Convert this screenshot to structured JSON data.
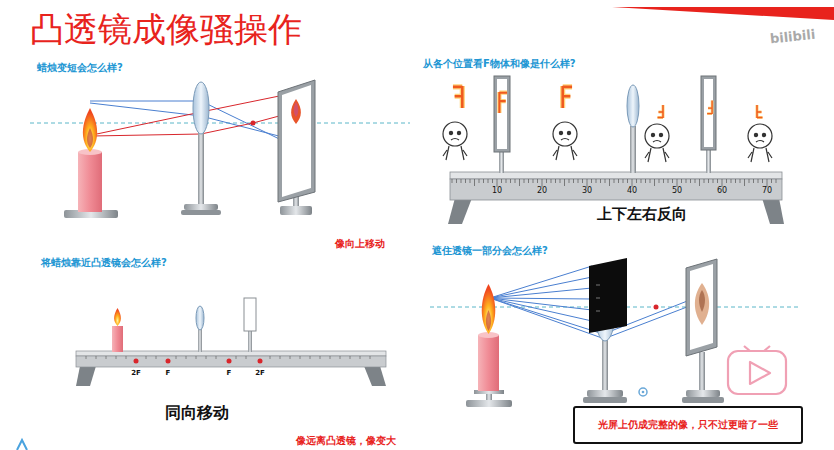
{
  "diagram": {
    "title": "凸透镜成像骚操作",
    "nodes": [
      {
        "text": [
          "光屏上仍成完整的像，只不过更暗了一些"
        ]
      }
    ],
    "labels": [
      "bilibili",
      "蜡烛变短会怎么样?",
      "像向上移动",
      "从各个位置看F物体和像是什么样?",
      "10",
      "20",
      "30",
      "40",
      "50",
      "60",
      "70",
      "上下左右反向",
      "将蜡烛靠近凸透镜会怎么样?",
      "2F",
      "F",
      "F",
      "2F",
      "同向移动",
      "像远离凸透镜，像变大",
      "遮住透镜一部分会怎么样?"
    ]
  }
}
